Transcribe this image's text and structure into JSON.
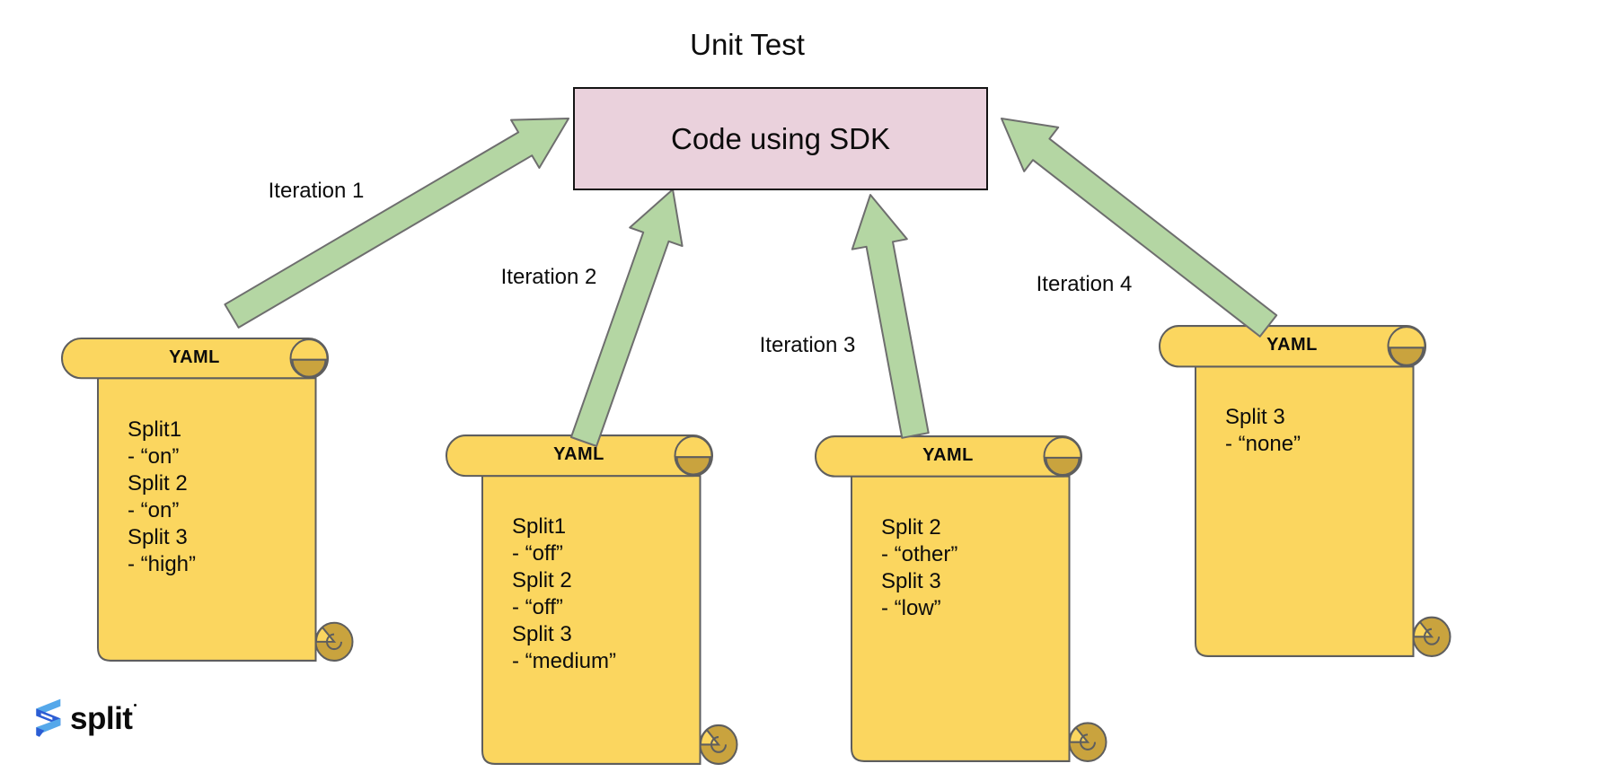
{
  "title": "Unit Test",
  "sdk_box": {
    "label": "Code using SDK"
  },
  "arrows": [
    {
      "label": "Iteration 1"
    },
    {
      "label": "Iteration 2"
    },
    {
      "label": "Iteration 3"
    },
    {
      "label": "Iteration 4"
    }
  ],
  "scrolls": [
    {
      "header": "YAML",
      "body": "Split1\n - “on”\nSplit 2\n- “on”\nSplit 3\n- “high”"
    },
    {
      "header": "YAML",
      "body": "Split1\n - “off”\nSplit 2\n- “off”\nSplit 3\n- “medium”"
    },
    {
      "header": "YAML",
      "body": "Split 2\n- “other”\nSplit 3\n- “low”"
    },
    {
      "header": "YAML",
      "body": "Split 3\n- “none”"
    }
  ],
  "logo": {
    "text": "split"
  },
  "colors": {
    "scroll_fill": "#fbd65f",
    "scroll_roll": "#c9a33e",
    "scroll_stroke": "#5e5e5e",
    "arrow_fill": "#b4d6a3",
    "arrow_stroke": "#6e6e6e",
    "box_fill": "#ead1dc",
    "box_stroke": "#141414",
    "logo_blue_light": "#55a8ea",
    "logo_blue_dark": "#2c5dd4"
  }
}
